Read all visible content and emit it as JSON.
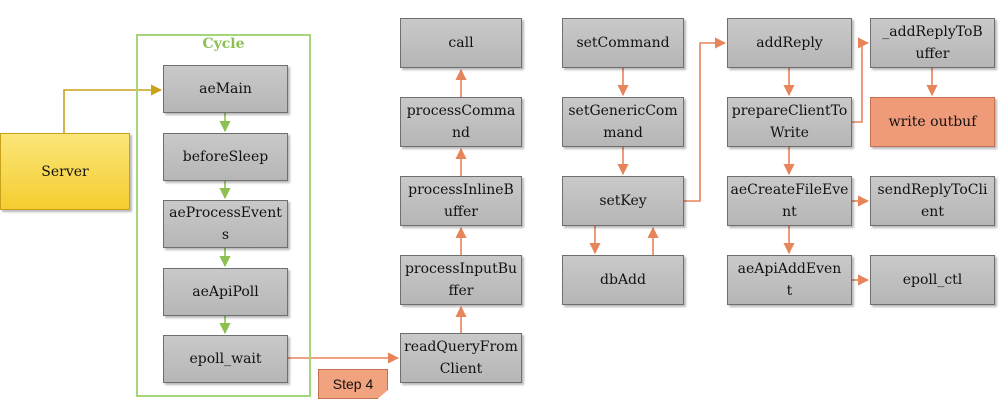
{
  "cycle": {
    "title": "Cycle"
  },
  "step": {
    "label": "Step 4"
  },
  "colors": {
    "node": "#bdbdbd",
    "accent": "#ef9b7a",
    "server": "#f8d84a",
    "cycle_arrow": "#8cc152",
    "flow_arrow": "#e8845a",
    "server_arrow": "#c9a21b"
  },
  "nodes": {
    "server": "Server",
    "aeMain": "aeMain",
    "beforeSleep": "beforeSleep",
    "aeProcessEvents": "aeProcessEvent\ns",
    "aeApiPoll": "aeApiPoll",
    "epollWait": "epoll_wait",
    "call": "call",
    "processCommand": "processComma\nnd",
    "processInlineBuffer": "processInlineB\nuffer",
    "processInputBuffer": "processInputBu\nffer",
    "readQueryFromClient": "readQueryFrom\nClient",
    "setCommand": "setCommand",
    "setGenericCommand": "setGenericCom\nmand",
    "setKey": "setKey",
    "dbAdd": "dbAdd",
    "addReply": "addReply",
    "prepareClientToWrite": "prepareClientTo\nWrite",
    "aeCreateFileEvent": "aeCreateFileEve\nnt",
    "aeApiAddEvent": "aeApiAddEven\nt",
    "addReplyToBuffer": "_addReplyToB\nuffer",
    "writeOutbuf": "write outbuf",
    "sendReplyToClient": "sendReplyToCli\nent",
    "epollCtl": "epoll_ctl"
  }
}
